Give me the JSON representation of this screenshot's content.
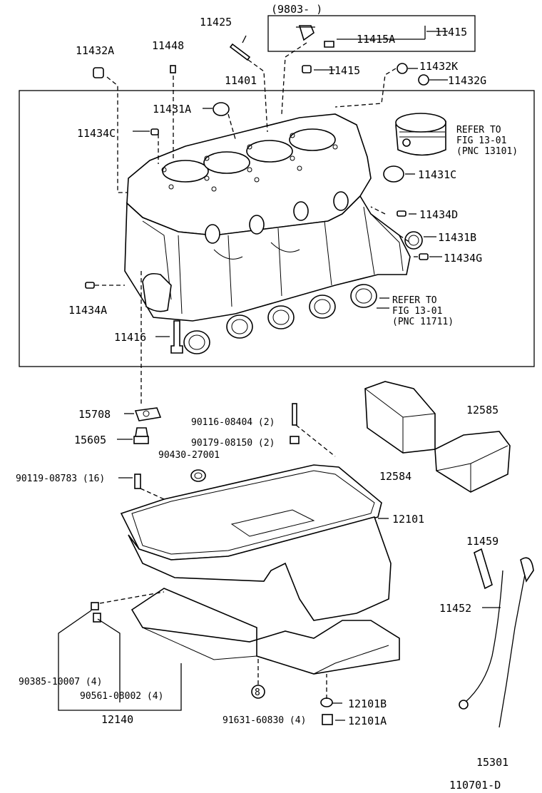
{
  "diagram_id": "110701-D",
  "range_box": "(9803-        )",
  "labels": {
    "p11425": "11425",
    "p11432A": "11432A",
    "p11448": "11448",
    "p11415A": "11415A",
    "p11415_top": "11415",
    "p11415": "11415",
    "p11432K": "11432K",
    "p11432G": "11432G",
    "p11401": "11401",
    "p11431A": "11431A",
    "p11434C": "11434C",
    "refer1_l1": "REFER TO",
    "refer1_l2": "FIG 13-01",
    "refer1_l3": "(PNC 13101)",
    "p11431C": "11431C",
    "p11434D": "11434D",
    "p11431B": "11431B",
    "p11434G": "11434G",
    "p11434A": "11434A",
    "refer2_l1": "REFER TO",
    "refer2_l2": "FIG 13-01",
    "refer2_l3": "(PNC 11711)",
    "p11416": "11416",
    "p15708": "15708",
    "p15605": "15605",
    "p90116": "90116-08404 (2)",
    "p90179": "90179-08150 (2)",
    "p90430": "90430-27001",
    "p90119": "90119-08783 (16)",
    "p12584": "12584",
    "p12585": "12585",
    "p12101": "12101",
    "p11459": "11459",
    "p11452": "11452",
    "p90385": "90385-10007 (4)",
    "p90561": "90561-08002 (4)",
    "p12140": "12140",
    "p91631": "91631-60830 (4)",
    "p12101B": "12101B",
    "p12101A": "12101A",
    "p15301": "15301"
  }
}
